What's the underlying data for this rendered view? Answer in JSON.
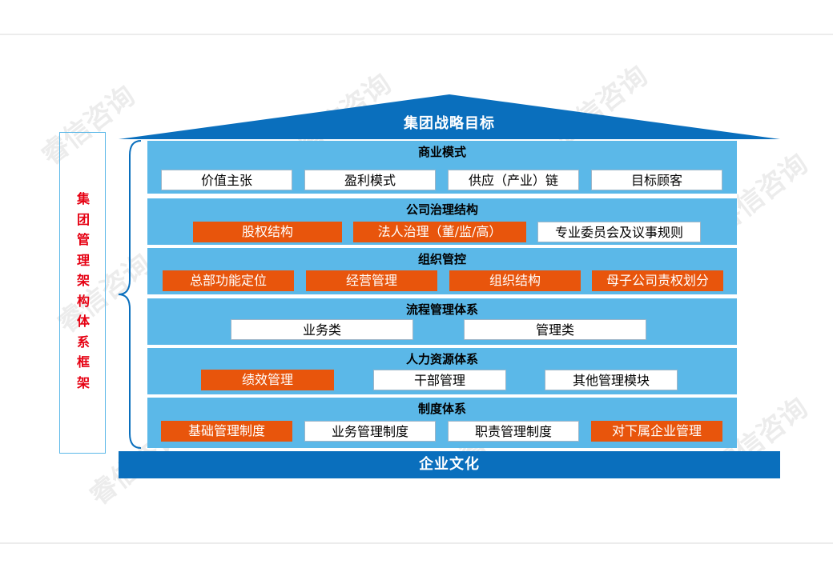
{
  "roof_title": "集团战略目标",
  "side_label": [
    "集",
    "团",
    "管",
    "理",
    "架",
    "构",
    "体",
    "系",
    "框",
    "架"
  ],
  "layers": [
    {
      "title": "商业模式",
      "items": [
        {
          "label": "价值主张",
          "style": "white"
        },
        {
          "label": "盈利模式",
          "style": "white"
        },
        {
          "label": "供应（产业）链",
          "style": "white"
        },
        {
          "label": "目标顾客",
          "style": "white"
        }
      ]
    },
    {
      "title": "公司治理结构",
      "items": [
        {
          "label": "股权结构",
          "style": "orange"
        },
        {
          "label": "法人治理（董/监/高）",
          "style": "orange"
        },
        {
          "label": "专业委员会及议事规则",
          "style": "white"
        }
      ]
    },
    {
      "title": "组织管控",
      "items": [
        {
          "label": "总部功能定位",
          "style": "orange"
        },
        {
          "label": "经营管理",
          "style": "orange"
        },
        {
          "label": "组织结构",
          "style": "orange"
        },
        {
          "label": "母子公司责权划分",
          "style": "orange"
        }
      ]
    },
    {
      "title": "流程管理体系",
      "items": [
        {
          "label": "业务类",
          "style": "white"
        },
        {
          "label": "管理类",
          "style": "white"
        }
      ]
    },
    {
      "title": "人力资源体系",
      "items": [
        {
          "label": "绩效管理",
          "style": "orange"
        },
        {
          "label": "干部管理",
          "style": "white"
        },
        {
          "label": "其他管理模块",
          "style": "white"
        }
      ]
    },
    {
      "title": "制度体系",
      "items": [
        {
          "label": "基础管理制度",
          "style": "orange"
        },
        {
          "label": "业务管理制度",
          "style": "white"
        },
        {
          "label": "职责管理制度",
          "style": "white"
        },
        {
          "label": "对下属企业管理",
          "style": "orange"
        }
      ]
    }
  ],
  "foundation": "企业文化",
  "watermark": "睿信咨询",
  "colors": {
    "roof": "#0a6fbd",
    "layer": "#5bb8e8",
    "highlight": "#e8550c",
    "side_text": "#e60012"
  }
}
